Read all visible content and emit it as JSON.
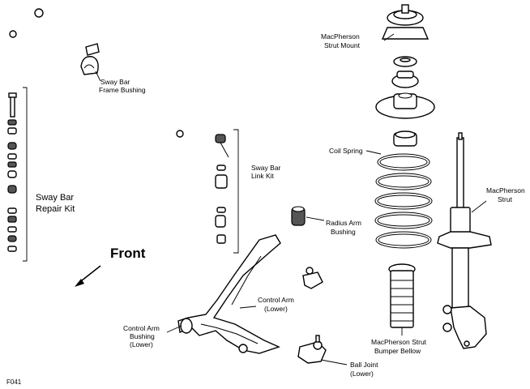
{
  "labels": {
    "strut_mount": [
      "MacPherson",
      "Strut Mount"
    ],
    "sway_bar_frame_bushing": [
      "Sway Bar",
      "Frame Bushing"
    ],
    "coil_spring": "Coil Spring",
    "sway_bar_link_kit": [
      "Sway Bar",
      "Link Kit"
    ],
    "macpherson_strut": [
      "MacPherson",
      "Strut"
    ],
    "sway_bar_repair_kit": [
      "Sway Bar",
      "Repair Kit"
    ],
    "radius_arm_bushing": [
      "Radius Arm",
      "Bushing"
    ],
    "front": "Front",
    "control_arm": [
      "Control Arm",
      "(Lower)"
    ],
    "control_arm_bushing": [
      "Control Arm",
      "Bushing",
      "(Lower)"
    ],
    "bumper_bellow": [
      "MacPherson Strut",
      "Bumper Bellow"
    ],
    "ball_joint": [
      "Ball Joint",
      "(Lower)"
    ],
    "figure_code": "F041"
  }
}
